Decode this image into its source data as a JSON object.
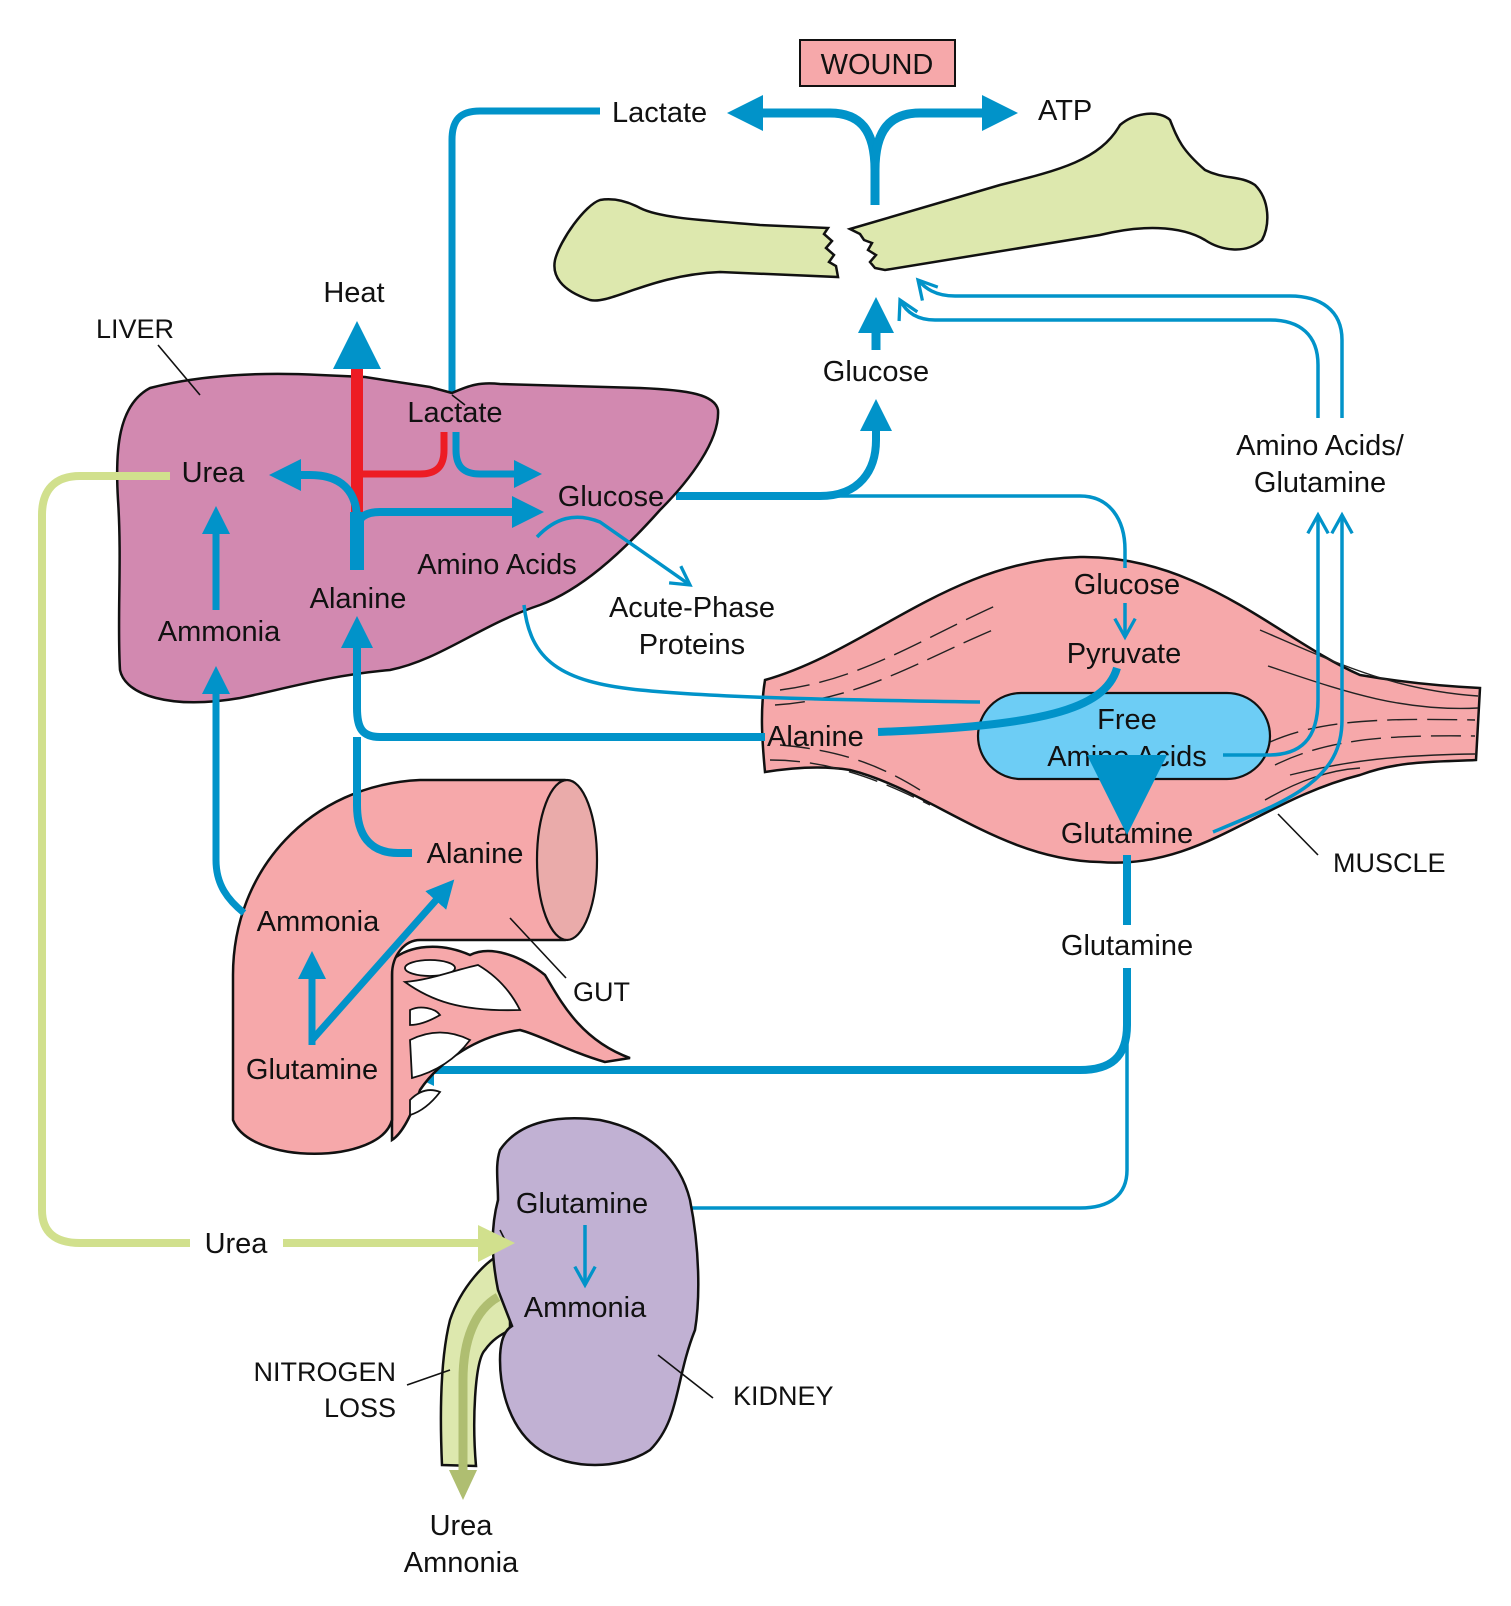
{
  "colors": {
    "flow_blue": "#0193c9",
    "heat_red": "#ed1c24",
    "urea_green": "#d1e08d",
    "urine_green": "#afbe71",
    "liver": "#d289b0",
    "muscle": "#f6a8aa",
    "gut": "#f6a8aa",
    "gut_end": "#eaabaa",
    "kidney": "#c1b1d3",
    "bone": "#dde8ae",
    "free_amino_pool": "#6dcdf5",
    "wound_box": "#f6a8aa"
  },
  "wound": {
    "box_label": "WOUND",
    "lactate_label": "Lactate",
    "atp_label": "ATP",
    "glucose_label": "Glucose"
  },
  "liver": {
    "organ_label": "LIVER",
    "heat_label": "Heat",
    "lactate_label": "Lactate",
    "urea_label": "Urea",
    "glucose_label": "Glucose",
    "amino_acids_label": "Amino Acids",
    "alanine_label": "Alanine",
    "ammonia_label": "Ammonia",
    "acute_phase_label_1": "Acute-Phase",
    "acute_phase_label_2": "Proteins"
  },
  "muscle": {
    "organ_label": "MUSCLE",
    "glucose_label": "Glucose",
    "pyruvate_label": "Pyruvate",
    "free_aa_label_1": "Free",
    "free_aa_label_2": "Amino Acids",
    "alanine_label": "Alanine",
    "glutamine_label": "Glutamine",
    "glutamine_out_label": "Glutamine",
    "aa_glut_label_1": "Amino Acids/",
    "aa_glut_label_2": "Glutamine"
  },
  "gut": {
    "organ_label": "GUT",
    "alanine_label": "Alanine",
    "ammonia_label": "Ammonia",
    "glutamine_label": "Glutamine"
  },
  "kidney": {
    "organ_label": "KIDNEY",
    "glutamine_label": "Glutamine",
    "ammonia_label": "Ammonia",
    "urea_in_label": "Urea",
    "nitrogen_loss_label_1": "NITROGEN",
    "nitrogen_loss_label_2": "LOSS",
    "excreted_label_1": "Urea",
    "excreted_label_2": "Amnonia"
  }
}
